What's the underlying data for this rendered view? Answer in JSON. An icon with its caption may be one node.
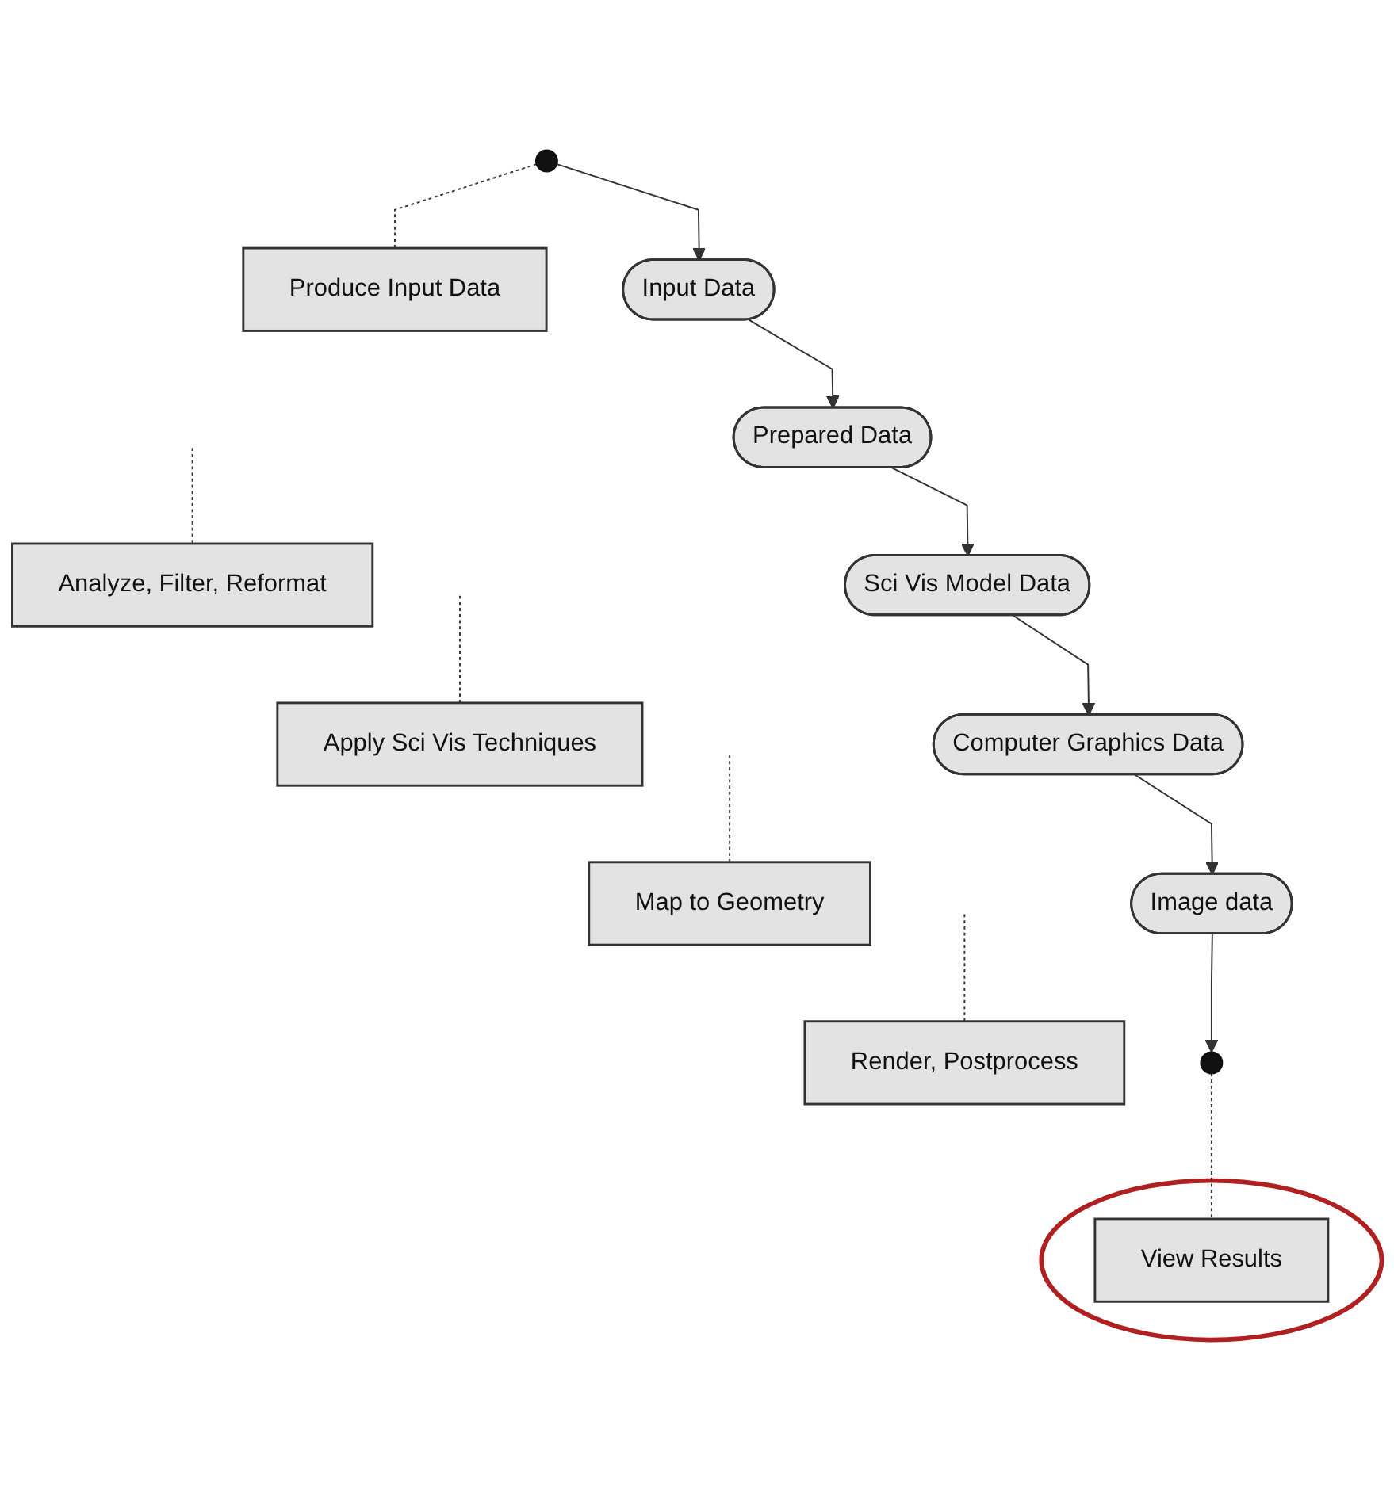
{
  "diagram": {
    "nodes": [
      {
        "text": [],
        "shape": "circle"
      },
      {
        "text": [
          "Produce Input Data"
        ]
      },
      {
        "text": [
          "Input Data"
        ]
      },
      {
        "text": [
          "Analyze, Filter, Reformat"
        ]
      },
      {
        "text": [
          "Prepared Data"
        ]
      },
      {
        "text": [
          "Apply Sci Vis Techniques"
        ]
      },
      {
        "text": [
          "Sci Vis Model Data"
        ]
      },
      {
        "text": [
          "Map to Geometry"
        ]
      },
      {
        "text": [
          "Computer Graphics Data"
        ]
      },
      {
        "text": [
          "Render, Postprocess"
        ]
      },
      {
        "text": [
          "Image data"
        ]
      },
      {
        "text": [],
        "shape": "circle"
      },
      {
        "text": [],
        "shape": "ellipse"
      },
      {
        "text": [
          "View Results"
        ],
        "in": 12
      }
    ],
    "edges": [
      {
        "from": 0,
        "to": 2,
        "arrow": "to"
      },
      {
        "from": 0,
        "to": 1,
        "arrow": "none",
        "style": "dashed"
      },
      {
        "from": 2,
        "to": 4,
        "arrow": "to"
      },
      {
        "from": null,
        "to": 3,
        "arrow": "none",
        "style": "dashed"
      },
      {
        "from": 4,
        "to": 6,
        "arrow": "to"
      },
      {
        "from": null,
        "to": 5,
        "arrow": "none",
        "style": "dashed"
      },
      {
        "from": 6,
        "to": 8,
        "arrow": "to"
      },
      {
        "from": null,
        "to": 7,
        "arrow": "none",
        "style": "dashed"
      },
      {
        "from": 8,
        "to": 10,
        "arrow": "to"
      },
      {
        "from": null,
        "to": 9,
        "arrow": "none",
        "style": "dashed"
      },
      {
        "from": 10,
        "to": 11,
        "arrow": "to"
      },
      {
        "from": 11,
        "to": 13,
        "arrow": "none",
        "style": "dashed"
      }
    ]
  }
}
